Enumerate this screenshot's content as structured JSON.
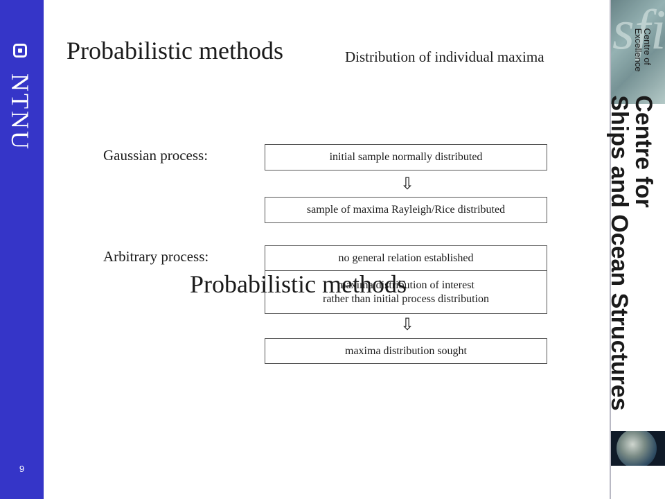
{
  "slide": {
    "title": "Probabilistic methods",
    "subtitle": "Distribution of individual maxima",
    "page_number": "9",
    "overlay_title": "Probabilistic methods"
  },
  "left_band": {
    "logo_text": "NTNU",
    "color": "#3535c8"
  },
  "right_band": {
    "excellence_text": "Centre of\nExcellence",
    "centre_text": "Centre for\nShips and Ocean Structures",
    "logo_icon": "sfi-logo-icon",
    "image_icon": "earth-globe-icon"
  },
  "gaussian": {
    "label": "Gaussian process:",
    "box1": "initial sample normally distributed",
    "arrow": "⇩",
    "box2": "sample of maxima Rayleigh/Rice distributed"
  },
  "arbitrary": {
    "label": "Arbitrary process:",
    "box1": "no general relation established",
    "box2_line1": "maxima distribution of interest",
    "box2_line2": "rather than initial process distribution",
    "arrow": "⇩",
    "box3": "maxima distribution sought"
  }
}
